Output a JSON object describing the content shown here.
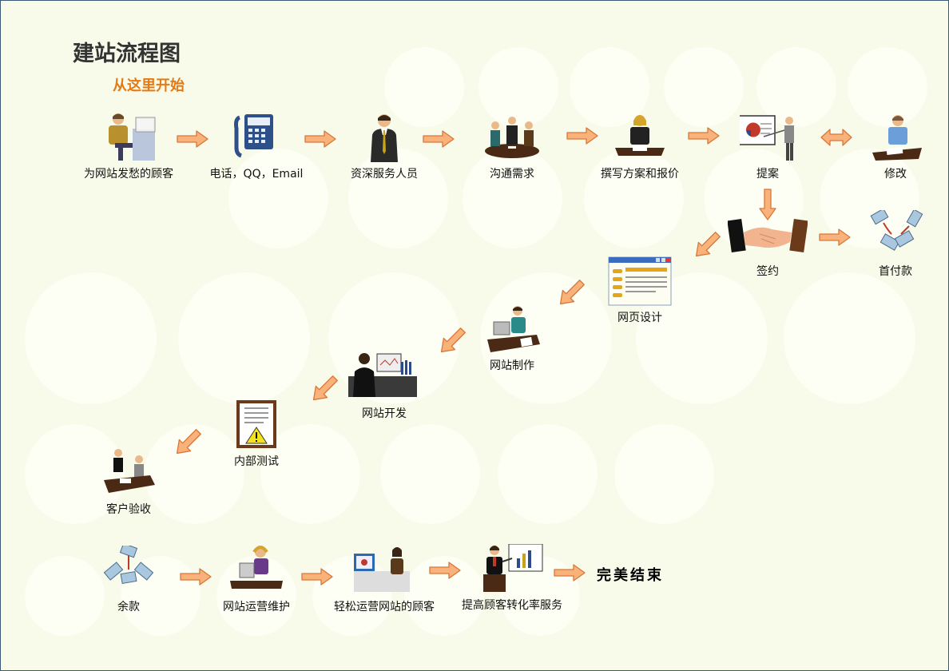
{
  "title": "建站流程图",
  "subtitle": "从这里开始",
  "steps": [
    {
      "label": "为网站发愁的顾客",
      "icon": "person-at-computer-icon"
    },
    {
      "label": "电话，QQ，Email",
      "icon": "telephone-icon"
    },
    {
      "label": "资深服务人员",
      "icon": "businessman-icon"
    },
    {
      "label": "沟通需求",
      "icon": "meeting-table-icon"
    },
    {
      "label": "撰写方案和报价",
      "icon": "person-writing-icon"
    },
    {
      "label": "提案",
      "icon": "presentation-chart-icon"
    },
    {
      "label": "修改",
      "icon": "person-editing-icon"
    },
    {
      "label": "签约",
      "icon": "handshake-icon"
    },
    {
      "label": "首付款",
      "icon": "money-icon"
    },
    {
      "label": "网页设计",
      "icon": "web-page-window-icon"
    },
    {
      "label": "网站制作",
      "icon": "person-at-desk-icon"
    },
    {
      "label": "网站开发",
      "icon": "developer-monitor-icon"
    },
    {
      "label": "内部测试",
      "icon": "warning-document-icon"
    },
    {
      "label": "客户验收",
      "icon": "client-review-icon"
    },
    {
      "label": "余款",
      "icon": "money-icon"
    },
    {
      "label": "网站运营维护",
      "icon": "support-headset-icon"
    },
    {
      "label": "轻松运营网站的顾客",
      "icon": "customer-computer-icon"
    },
    {
      "label": "提高顾客转化率服务",
      "icon": "presenter-chart-icon"
    }
  ],
  "end_text": "完美结束",
  "colors": {
    "arrow_fill": "#f9b27a",
    "arrow_stroke": "#d9773a",
    "title": "#333333",
    "subtitle": "#e57a14"
  }
}
